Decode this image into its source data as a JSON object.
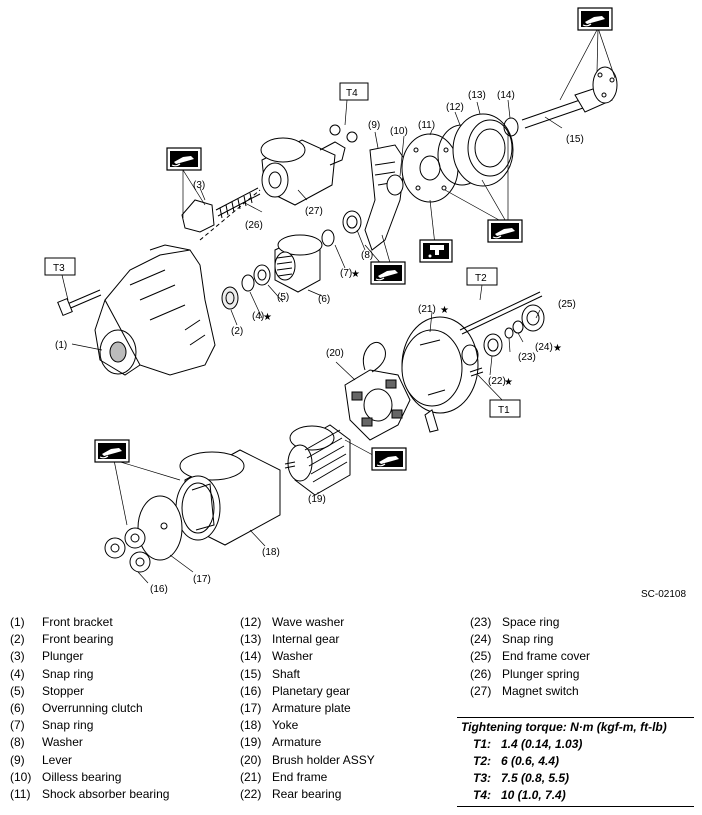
{
  "drawing_code": "SC-02108",
  "callouts": {
    "c1": "(1)",
    "c2": "(2)",
    "c3": "(3)",
    "c4": "(4)",
    "c5": "(5)",
    "c6": "(6)",
    "c7": "(7)",
    "c8": "(8)",
    "c9": "(9)",
    "c10": "(10)",
    "c11": "(11)",
    "c12": "(12)",
    "c13": "(13)",
    "c14": "(14)",
    "c15": "(15)",
    "c16": "(16)",
    "c17": "(17)",
    "c18": "(18)",
    "c19": "(19)",
    "c20": "(20)",
    "c21": "(21)",
    "c22": "(22)",
    "c23": "(23)",
    "c24": "(24)",
    "c25": "(25)",
    "c26": "(26)",
    "c27": "(27)"
  },
  "torque_tags": {
    "t1": "T1",
    "t2": "T2",
    "t3": "T3",
    "t4": "T4"
  },
  "star": "★",
  "legend": [
    [
      {
        "num": "(1)",
        "label": "Front bracket"
      },
      {
        "num": "(2)",
        "label": "Front bearing"
      },
      {
        "num": "(3)",
        "label": "Plunger"
      },
      {
        "num": "(4)",
        "label": "Snap ring"
      },
      {
        "num": "(5)",
        "label": "Stopper"
      },
      {
        "num": "(6)",
        "label": "Overrunning clutch"
      },
      {
        "num": "(7)",
        "label": "Snap ring"
      },
      {
        "num": "(8)",
        "label": "Washer"
      },
      {
        "num": "(9)",
        "label": "Lever"
      },
      {
        "num": "(10)",
        "label": "Oilless bearing"
      },
      {
        "num": "(11)",
        "label": "Shock absorber bearing"
      }
    ],
    [
      {
        "num": "(12)",
        "label": "Wave washer"
      },
      {
        "num": "(13)",
        "label": "Internal gear"
      },
      {
        "num": "(14)",
        "label": "Washer"
      },
      {
        "num": "(15)",
        "label": "Shaft"
      },
      {
        "num": "(16)",
        "label": "Planetary gear"
      },
      {
        "num": "(17)",
        "label": "Armature plate"
      },
      {
        "num": "(18)",
        "label": "Yoke"
      },
      {
        "num": "(19)",
        "label": "Armature"
      },
      {
        "num": "(20)",
        "label": "Brush holder ASSY"
      },
      {
        "num": "(21)",
        "label": "End frame"
      },
      {
        "num": "(22)",
        "label": "Rear bearing"
      }
    ],
    [
      {
        "num": "(23)",
        "label": "Space ring"
      },
      {
        "num": "(24)",
        "label": "Snap ring"
      },
      {
        "num": "(25)",
        "label": "End frame cover"
      },
      {
        "num": "(26)",
        "label": "Plunger spring"
      },
      {
        "num": "(27)",
        "label": "Magnet switch"
      }
    ]
  ],
  "torque": {
    "heading": "Tightening torque: N·m (kgf-m, ft-lb)",
    "rows": [
      {
        "key": "T1:",
        "value": "1.4 (0.14, 1.03)"
      },
      {
        "key": "T2:",
        "value": "6 (0.6, 4.4)"
      },
      {
        "key": "T3:",
        "value": "7.5 (0.8, 5.5)"
      },
      {
        "key": "T4:",
        "value": "10 (1.0, 7.4)"
      }
    ]
  }
}
